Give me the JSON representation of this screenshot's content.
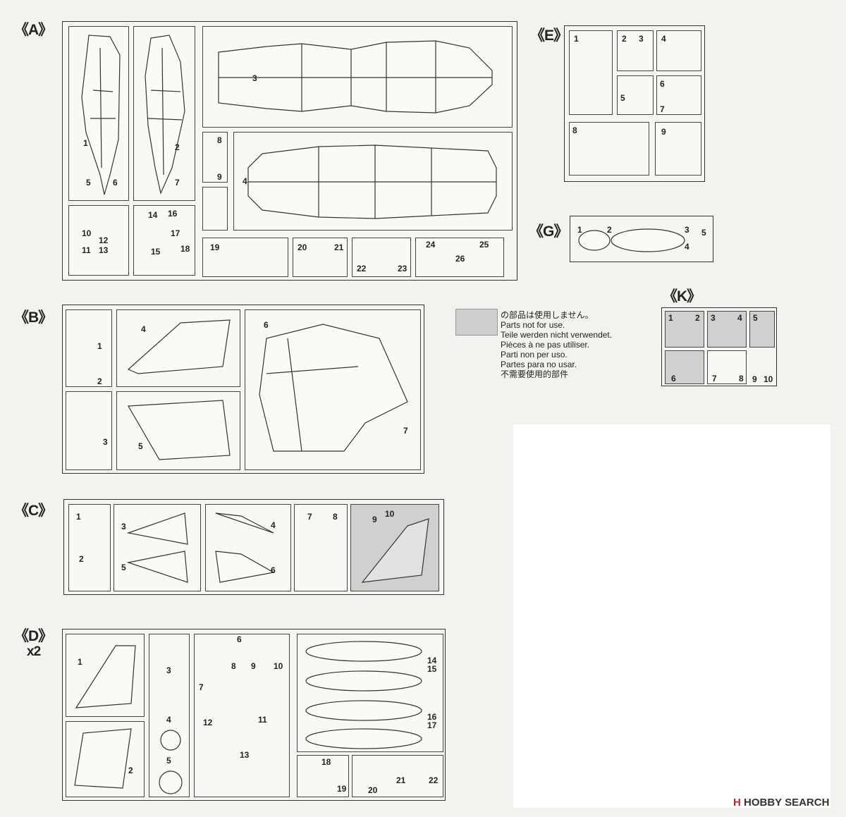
{
  "groups": {
    "A": "《A》",
    "B": "《B》",
    "C": "《C》",
    "D": "《D》",
    "D_qty": "x2",
    "E": "《E》",
    "G": "《G》",
    "K": "《K》"
  },
  "legend": {
    "lines": [
      "の部品は使用しません。",
      "Parts not for use.",
      "Teile werden nicht verwendet.",
      "Pièces à ne pas utiliser.",
      "Parti non per uso.",
      "Partes para no usar.",
      "不需要使用的部件"
    ],
    "swatch_color": "#cfcfcf"
  },
  "watermark": {
    "mark": "H",
    "brand": "HOBBY",
    "suffix": " SEARCH"
  },
  "parts": {
    "A": [
      "1",
      "2",
      "3",
      "4",
      "5",
      "6",
      "7",
      "8",
      "9",
      "10",
      "11",
      "12",
      "13",
      "14",
      "15",
      "16",
      "17",
      "18",
      "19",
      "20",
      "21",
      "22",
      "23",
      "24",
      "25",
      "26"
    ],
    "B": [
      "1",
      "2",
      "3",
      "4",
      "5",
      "6",
      "7"
    ],
    "C": [
      "1",
      "2",
      "3",
      "4",
      "5",
      "6",
      "7",
      "8",
      "9",
      "10"
    ],
    "D": [
      "1",
      "2",
      "3",
      "4",
      "5",
      "6",
      "7",
      "8",
      "9",
      "10",
      "11",
      "12",
      "13",
      "14",
      "15",
      "16",
      "17",
      "18",
      "19",
      "20",
      "21",
      "22"
    ],
    "E": [
      "1",
      "2",
      "3",
      "4",
      "5",
      "6",
      "7",
      "8",
      "9"
    ],
    "G": [
      "1",
      "2",
      "3",
      "4",
      "5"
    ],
    "K": [
      "1",
      "2",
      "3",
      "4",
      "5",
      "6",
      "7",
      "8",
      "9",
      "10"
    ]
  }
}
